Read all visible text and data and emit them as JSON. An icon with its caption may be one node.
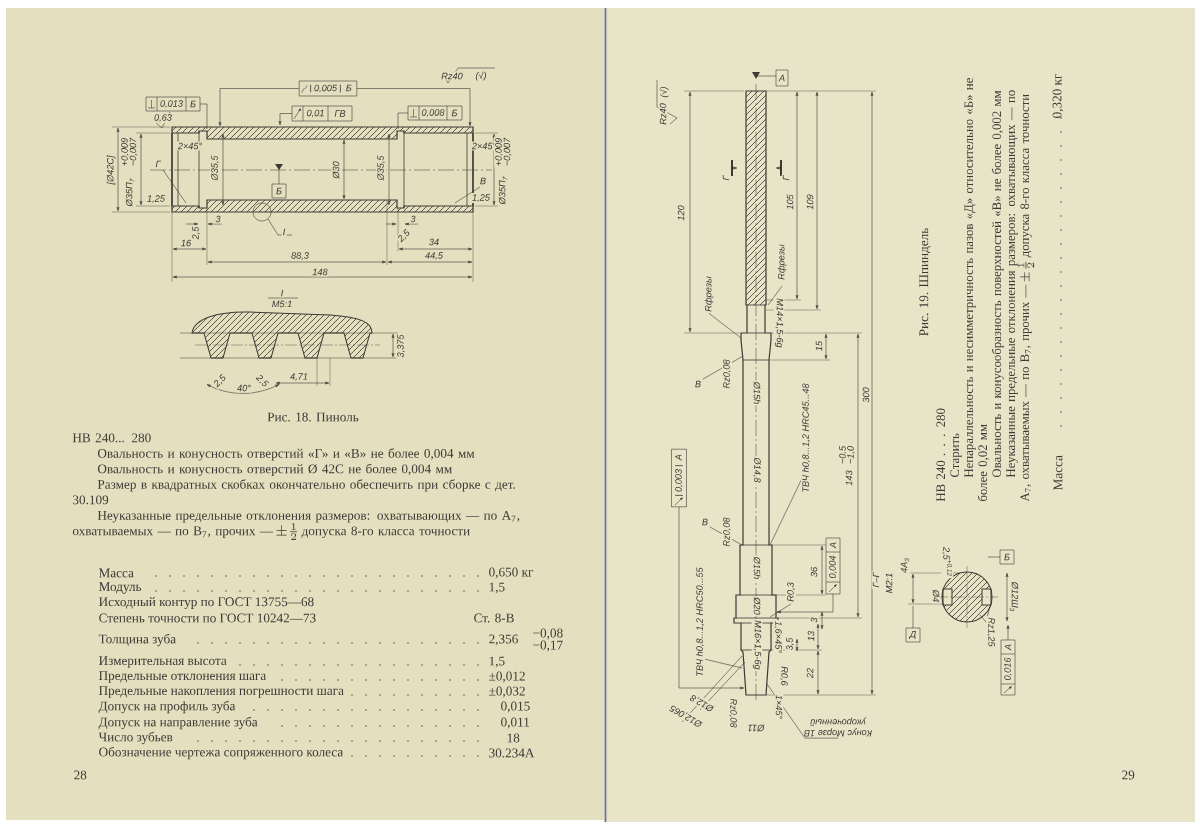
{
  "diagram": {
    "nodes": [
      {
        "text": [
          "0,003",
          "А"
        ]
      },
      {
        "text": [
          "0,005",
          "Б"
        ]
      },
      {
        "text": [
          "Конус Морзе 1В",
          "укороченный"
        ]
      },
      {
        "text": [
          "В"
        ]
      },
      {
        "text": [
          "Rфрезы"
        ]
      },
      {
        "text": [],
        "shape": "picture"
      },
      {
        "text": [],
        "shape": "picture"
      },
      {
        "text": [
          "В"
        ]
      }
    ],
    "edges": [
      {
        "from": 0,
        "to": 6,
        "arrow": "to"
      },
      {
        "from": 1,
        "to": 5,
        "arrow": "to"
      },
      {
        "from": 1,
        "to": 5,
        "arrow": "to"
      },
      {
        "from": 2,
        "to": 6,
        "arrow": "none"
      },
      {
        "from": 3,
        "to": 6,
        "arrow": "none"
      },
      {
        "from": 4,
        "to": 6,
        "arrow": "none"
      },
      {
        "from": 7,
        "to": 6,
        "arrow": "none"
      }
    ],
    "labels": [
      "Rz40",
      "(√)",
      "0,013",
      "Б",
      "0,63",
      "0,01",
      "ГВ",
      "0,008",
      "Б",
      "2×45°",
      "2×45°",
      "[Ø42С]",
      "+0,009",
      "−0,007",
      "Ø35П$_{7}$",
      "Г",
      "Ø35,5",
      "Б",
      "Ø30",
      "Ø35,5",
      "В",
      "+0,009",
      "−0,007",
      "Ø35П$_{7}$",
      "1,25",
      "1,25",
      "I",
      "3",
      "2,5",
      "16",
      "3",
      "2,5",
      "34",
      "88,3",
      "44,5",
      "148",
      "I",
      "М5:1",
      "3,375",
      "2,5",
      "40°",
      "2,5",
      "4,71",
      "Рис. 18. Пиноль",
      "НВ 240... 280",
      "Овальность и конусность отверстий «Г» и «В» не более 0,004 мм",
      "Овальность и конусность отверстий Ø 42С не более 0,004 мм",
      "Размер в квадратных скобках окончательно обеспечить при сборке с дет. 30.109",
      "Неуказанные предельные отклонения размеров: охватывающих — по А$_{7}$, охватываемых — по В$_{7}$, прочих —",
      "\\pm\\frac{1}{2}",
      "допуска 8-го класса точности",
      "Масса",
      "0,650 кг",
      "Модуль",
      "1,5",
      "Исходный контур по ГОСТ 13755—68",
      "Степень точности по ГОСТ 10242—73",
      "Ст. 8-В",
      "Толщина зуба",
      "2,356",
      "−0,08",
      "−0,17",
      "Измерительная высота",
      "1,5",
      "Предельные отклонения шага",
      "±0,012",
      "Предельные накопления погрешности шага",
      "±0,032",
      "Допуск на профиль зуба",
      "0,015",
      "Допуск на направление зуба",
      "0,011",
      "Число зубьев",
      "18",
      "Обозначение чертежа сопряженного колеса",
      "30.234А",
      "28",
      "А",
      "Rz40",
      "(√)",
      "120",
      "Г",
      "Г",
      "105",
      "109",
      "Rфрезы",
      "М14×1,5-6g",
      "15",
      "300",
      "Rz0,08",
      "Ø15h",
      "ТВЧ h0,8...1,2 HRC45...48",
      "143",
      "−0,5",
      "−1,0",
      "Ø14,8",
      "Rz0,08",
      "Ø15h",
      "36",
      "0,004",
      "А",
      "R0,3",
      "Ø20",
      "ТВЧ h0,8...1,2 HRC50...55",
      "3",
      "М16×1,5-6g",
      "1,6×45°",
      "3,5",
      "13",
      "22",
      "R0,6",
      "Ø12,8",
      "Ø12,065",
      "Rz0,08",
      "Ø11",
      "1×45°",
      "Г–Г",
      "М2:1",
      "Д",
      "4А$_{3}$",
      "2,5$^{+0,12}$",
      "Ø4",
      "Ø12Ш$_{3}$",
      "Б",
      "Rz1,25",
      "0,016",
      "А",
      "Рис. 19. Шпиндель",
      "НВ 240 . . . 280",
      "Старить",
      "Непараллельность и несимметричность пазов «Д» относительно «Б» не более 0,02 мм",
      "Овальность и конусообразность поверхностей «В» не более 0,002 мм",
      "Неуказанные предельные отклонения размеров: охватывающих — по А$_{7}$, охватываемых — по В$_{7}$, прочих —",
      "\\pm\\frac{1}{2}",
      "допуска 8-го класса точности",
      "Масса",
      "0,320 кг",
      "29"
    ]
  }
}
